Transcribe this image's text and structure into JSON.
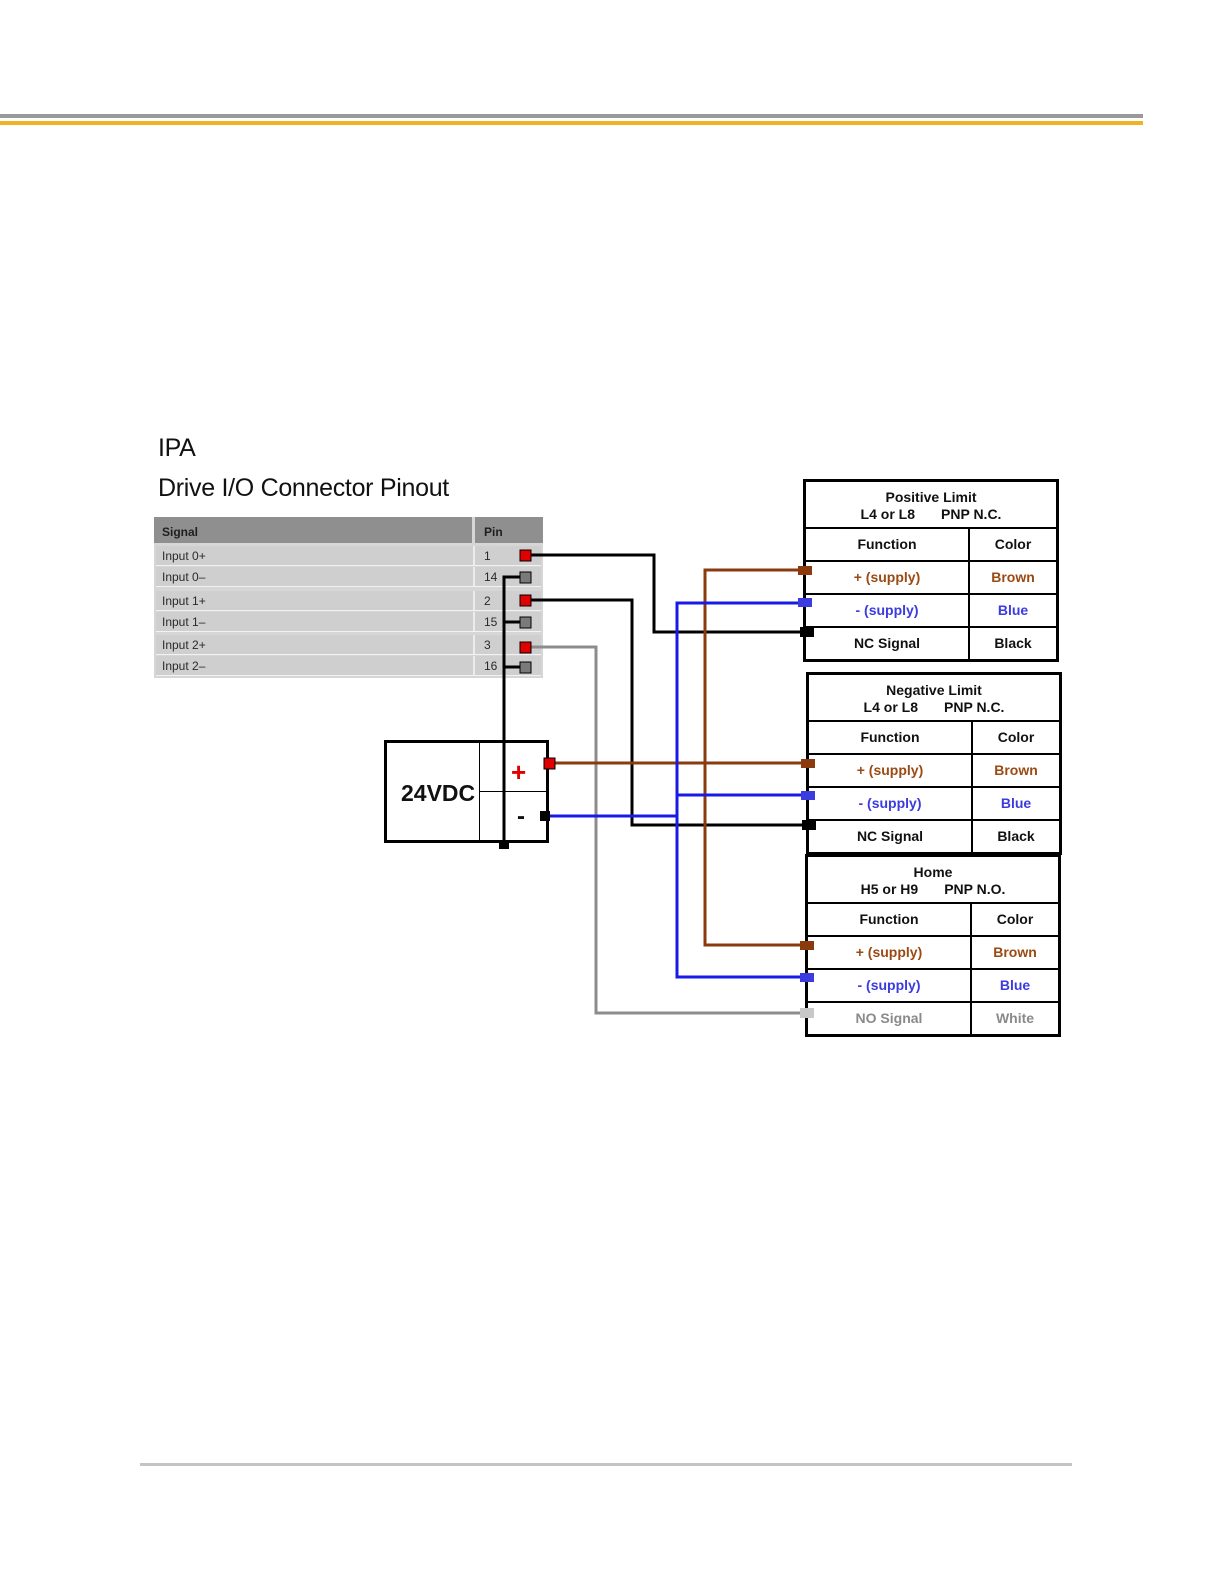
{
  "header": {
    "colors": {
      "gray_rule": "#9a9a9a",
      "gold_rule": "#f0b323"
    }
  },
  "titles": {
    "line1": "IPA",
    "line2": "Drive I/O Connector Pinout"
  },
  "pinout": {
    "headers": {
      "signal": "Signal",
      "pin": "Pin"
    },
    "rows": [
      {
        "signal": "Input 0+",
        "pin": "1"
      },
      {
        "signal": "Input 0–",
        "pin": "14"
      },
      {
        "signal": "Input 1+",
        "pin": "2"
      },
      {
        "signal": "Input 1–",
        "pin": "15"
      },
      {
        "signal": "Input 2+",
        "pin": "3"
      },
      {
        "signal": "Input 2–",
        "pin": "16"
      }
    ]
  },
  "power_supply": {
    "label": "24VDC",
    "plus": "+",
    "minus": "-"
  },
  "sensors": [
    {
      "title": "Positive Limit",
      "model": "L4 or L8",
      "type": "PNP N.C.",
      "col_function": "Function",
      "col_color": "Color",
      "rows": [
        {
          "function": "+ (supply)",
          "color": "Brown"
        },
        {
          "function": "- (supply)",
          "color": "Blue"
        },
        {
          "function": "NC Signal",
          "color": "Black"
        }
      ]
    },
    {
      "title": "Negative Limit",
      "model": "L4 or L8",
      "type": "PNP N.C.",
      "col_function": "Function",
      "col_color": "Color",
      "rows": [
        {
          "function": "+ (supply)",
          "color": "Brown"
        },
        {
          "function": "- (supply)",
          "color": "Blue"
        },
        {
          "function": "NC Signal",
          "color": "Black"
        }
      ]
    },
    {
      "title": "Home",
      "model": "H5 or H9",
      "type": "PNP N.O.",
      "col_function": "Function",
      "col_color": "Color",
      "rows": [
        {
          "function": "+ (supply)",
          "color": "Brown"
        },
        {
          "function": "- (supply)",
          "color": "Blue"
        },
        {
          "function": "NO Signal",
          "color": "White"
        }
      ]
    }
  ],
  "wire_colors": {
    "brown": "#8b3a0e",
    "blue": "#1a1ae6",
    "black": "#000000",
    "gray": "#8c8c8c",
    "red_terminal": "#e00000",
    "gray_terminal": "#7a7a7a"
  }
}
